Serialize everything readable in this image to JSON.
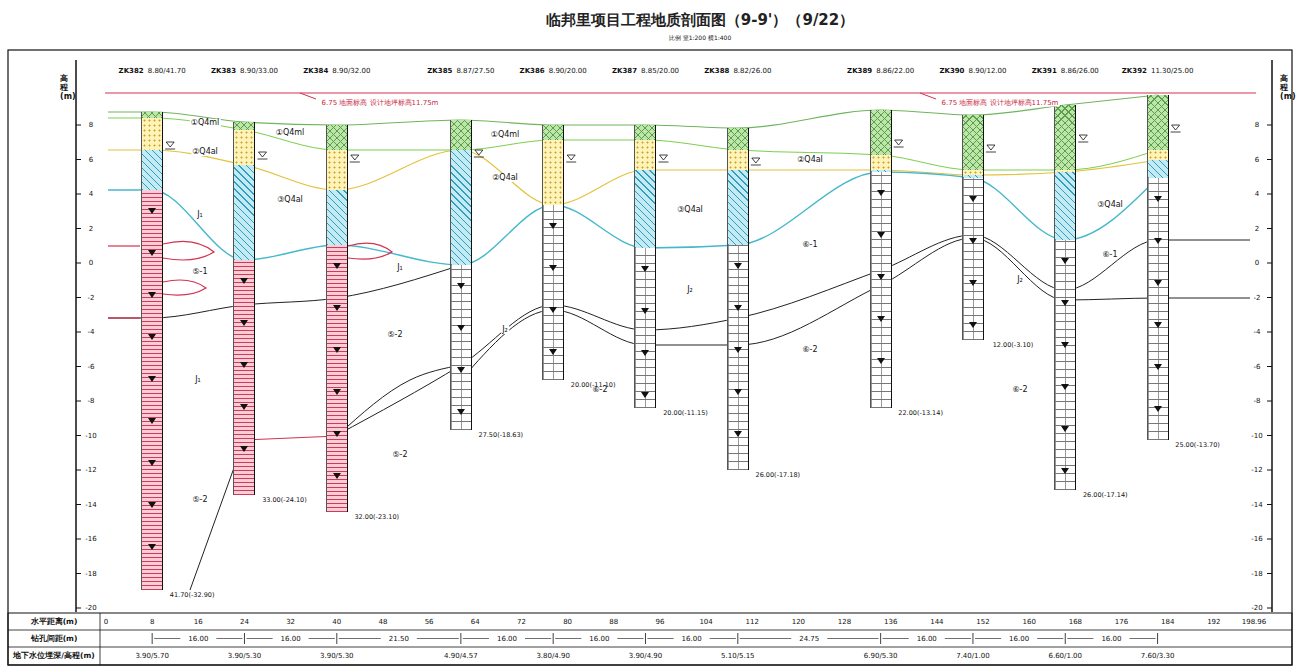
{
  "diagram": {
    "title": "临邦里项目工程地质剖面图（9-9'）（9/22）",
    "nodes": [
      {
        "text": [
          "ZK382",
          "8.80/41.70"
        ]
      },
      {
        "text": [
          "ZK383",
          "8.90/33.00"
        ]
      },
      {
        "text": [
          "ZK384",
          "8.90/32.00"
        ]
      },
      {
        "text": [
          "ZK385",
          "8.87/27.50"
        ]
      },
      {
        "text": [
          "ZK386",
          "8.90/20.00"
        ]
      },
      {
        "text": [
          "ZK387",
          "8.85/20.00"
        ]
      },
      {
        "text": [
          "ZK388",
          "8.82/26.00"
        ]
      },
      {
        "text": [
          "ZK389",
          "8.86/22.00"
        ]
      },
      {
        "text": [
          "ZK390",
          "8.90/12.00"
        ]
      },
      {
        "text": [
          "ZK391",
          "8.86/26.00"
        ]
      },
      {
        "text": [
          "ZK392",
          "11.30/25.00"
        ]
      }
    ],
    "labels": [
      "比例 竖1:200 横1:400",
      "6.75 地面标高 设计地坪标高11.75m",
      "6.75 地面标高 设计地坪标高11.75m",
      "高程(m)",
      "高程(m)",
      "8",
      "6",
      "4",
      "2",
      "0",
      "-2",
      "-4",
      "-6",
      "-8",
      "-10",
      "-12",
      "-14",
      "-16",
      "-18",
      "-20",
      "8",
      "6",
      "4",
      "2",
      "0",
      "-2",
      "-4",
      "-6",
      "-8",
      "-10",
      "-12",
      "-14",
      "-16",
      "-18",
      "-20",
      "①Q4ml",
      "②Q4al",
      "J₁",
      "⑤-1",
      "J₁",
      "⑤-2",
      "①Q4ml",
      "③Q4al",
      "J₁",
      "⑤-2",
      "⑤-2",
      "①Q4ml",
      "②Q4al",
      "J₂",
      "⑥-2",
      "③Q4al",
      "J₂",
      "⑥-1",
      "⑥-2",
      "②Q4al",
      "J₂",
      "⑥-2",
      "③Q4al",
      "⑥-1",
      "41.70(-32.90)",
      "33.00(-24.10)",
      "32.00(-23.10)",
      "27.50(-18.63)",
      "20.00(-11.10)",
      "20.00(-11.15)",
      "26.00(-17.18)",
      "22.00(-13.14)",
      "12.00(-3.10)",
      "26.00(-17.14)",
      "25.00(-13.70)",
      "水平距离(m)",
      "钻孔间距(m)",
      "地下水位埋深/高程(m)",
      "0",
      "8",
      "16",
      "24",
      "32",
      "40",
      "48",
      "56",
      "64",
      "72",
      "80",
      "88",
      "96",
      "104",
      "112",
      "120",
      "128",
      "136",
      "144",
      "152",
      "160",
      "168",
      "176",
      "184",
      "192",
      "198.96",
      "16.00",
      "16.00",
      "21.50",
      "16.00",
      "16.00",
      "16.00",
      "24.75",
      "16.00",
      "16.00",
      "16.00",
      "3.90/5.70",
      "3.90/5.30",
      "3.90/5.30",
      "4.90/4.57",
      "3.80/4.90",
      "3.90/4.90",
      "5.10/5.15",
      "6.90/5.30",
      "7.40/1.00",
      "6.60/1.00",
      "7.60/3.30"
    ]
  }
}
